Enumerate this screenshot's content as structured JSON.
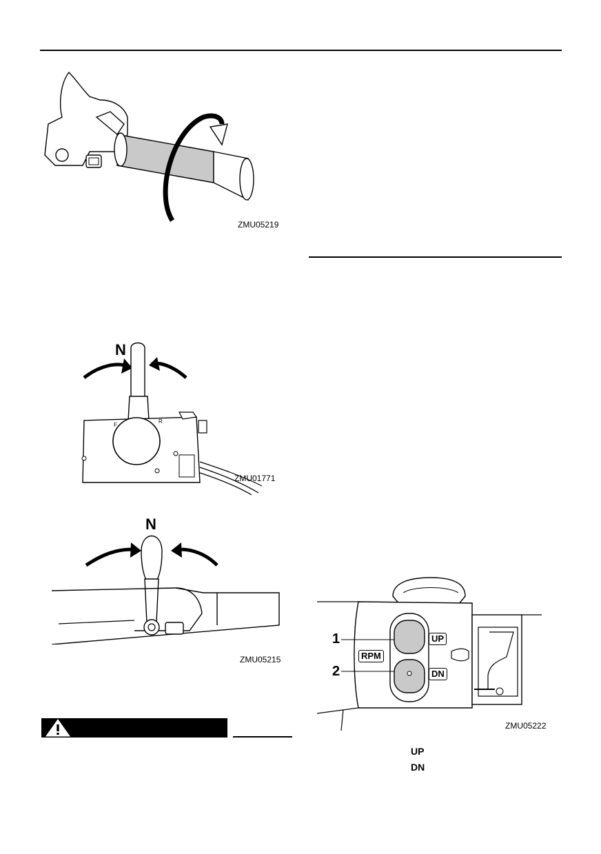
{
  "figures": {
    "throttle_grip": {
      "code": "ZMU05219"
    },
    "side_mount_remote": {
      "code": "ZMU01771",
      "neutral_label": "N",
      "lever_f": "F",
      "lever_r": "R"
    },
    "top_mount_remote": {
      "code": "ZMU05215",
      "neutral_label": "N"
    },
    "rpm_switch": {
      "code": "ZMU05222",
      "callout_1": "1",
      "callout_2": "2",
      "rpm_tag": "RPM",
      "up_tag": "UP",
      "dn_tag": "DN"
    }
  },
  "legend": {
    "up": "UP",
    "dn": "DN"
  },
  "warning": {
    "icon": "warning-triangle-icon"
  }
}
